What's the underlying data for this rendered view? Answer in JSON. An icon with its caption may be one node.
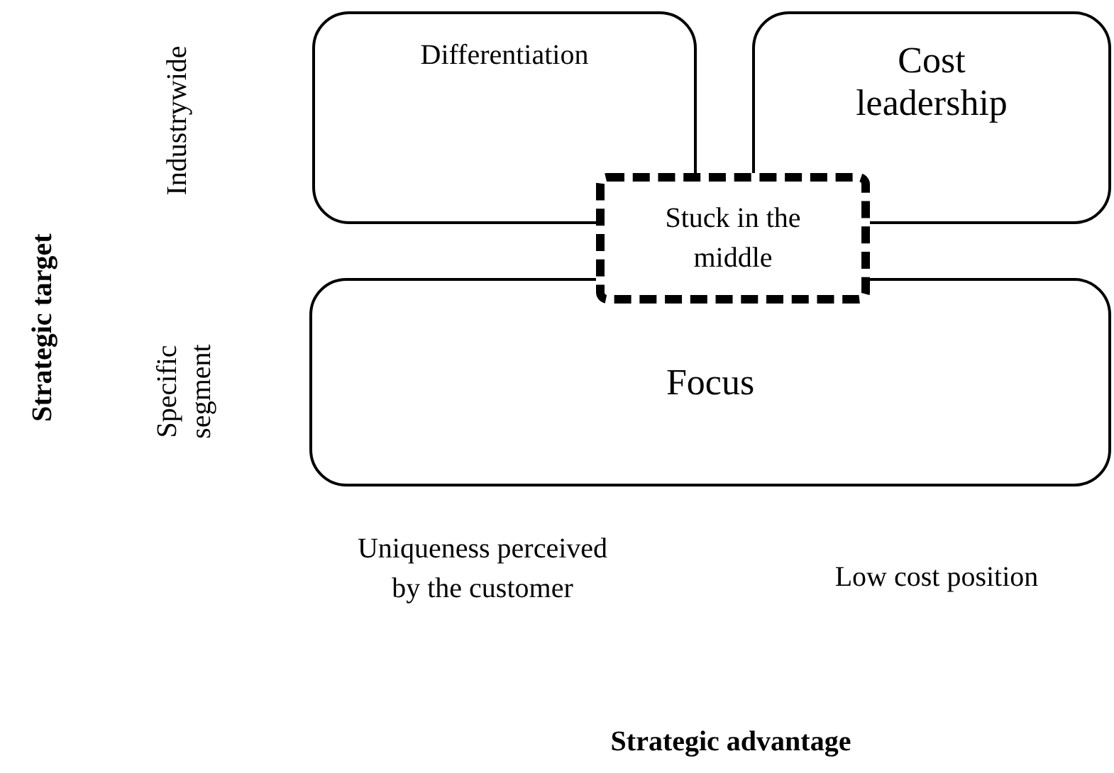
{
  "diagram": {
    "nodes": [
      {
        "text": [
          "Differentiation"
        ]
      },
      {
        "text": [
          "Cost leadership"
        ]
      },
      {
        "text": [
          "Focus"
        ]
      },
      {
        "text": [
          "Stuck in the middle"
        ]
      }
    ],
    "labels": [
      "Strategic target",
      "Industrywide",
      "Specific segment",
      "Uniqueness perceived by the customer",
      "Low cost position",
      "Strategic advantage"
    ]
  }
}
